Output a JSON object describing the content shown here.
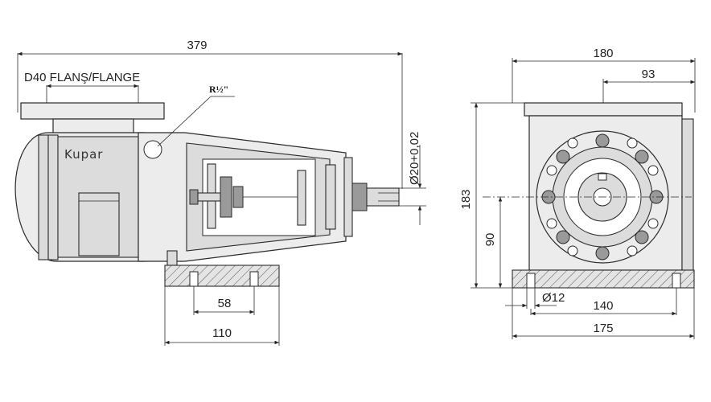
{
  "side_view": {
    "overall_length": "379",
    "flange_label": "D40 FLANŞ/FLANGE",
    "thread_label": "R½\"",
    "brand": "Kupar",
    "shaft_diameter": "Ø20+0,02",
    "base_hole_spacing": "58",
    "base_length": "110"
  },
  "front_view": {
    "overall_width": "180",
    "outlet_offset": "93",
    "overall_height": "183",
    "shaft_height": "90",
    "hole_diameter": "Ø12",
    "hole_spacing": "140",
    "base_width": "175"
  }
}
